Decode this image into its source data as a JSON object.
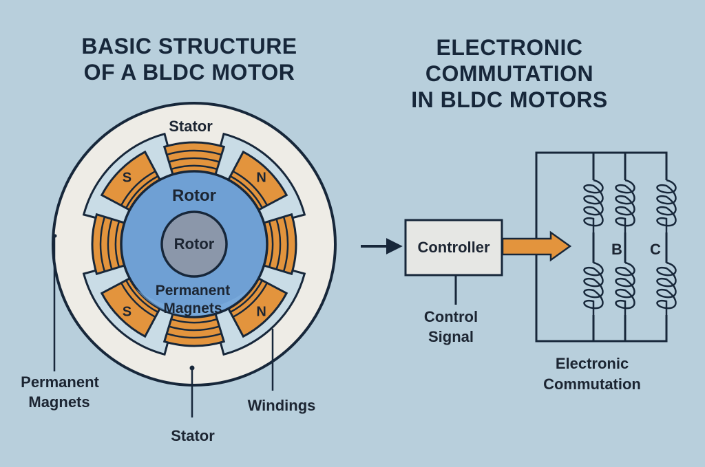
{
  "titles": {
    "left_line1": "BASIC STRUCTURE",
    "left_line2": "OF A BLDC MOTOR",
    "right_line1": "ELECTRONIC",
    "right_line2": "COMMUTATION",
    "right_line3": "IN BLDC MOTORS"
  },
  "motor": {
    "stator_top_label": "Stator",
    "rotor_label": "Rotor",
    "core_label": "Rotor",
    "magnets_label_line1": "Permanent",
    "magnets_label_line2": "Magnets",
    "poles": [
      {
        "position": "top-left",
        "letter": "S"
      },
      {
        "position": "top-right",
        "letter": "N"
      },
      {
        "position": "bottom-left",
        "letter": "S"
      },
      {
        "position": "bottom-right",
        "letter": "N"
      }
    ]
  },
  "callouts": {
    "permanent_magnets_line1": "Permanent",
    "permanent_magnets_line2": "Magnets",
    "windings": "Windings",
    "stator_bottom": "Stator"
  },
  "commutation": {
    "controller_label": "Controller",
    "control_signal_line1": "Control",
    "control_signal_line2": "Signal",
    "phase_labels": [
      "B",
      "C"
    ],
    "caption_line1": "Electronic",
    "caption_line2": "Commutation"
  },
  "colors": {
    "background": "#b8cfdc",
    "ink": "#17273a",
    "stator_ring": "#eeece6",
    "rotor": "#6fa0d4",
    "core": "#8b97aa",
    "copper": "#e3943d",
    "pole_face": "#c9dce6",
    "controller_box": "#e6e7e4"
  }
}
